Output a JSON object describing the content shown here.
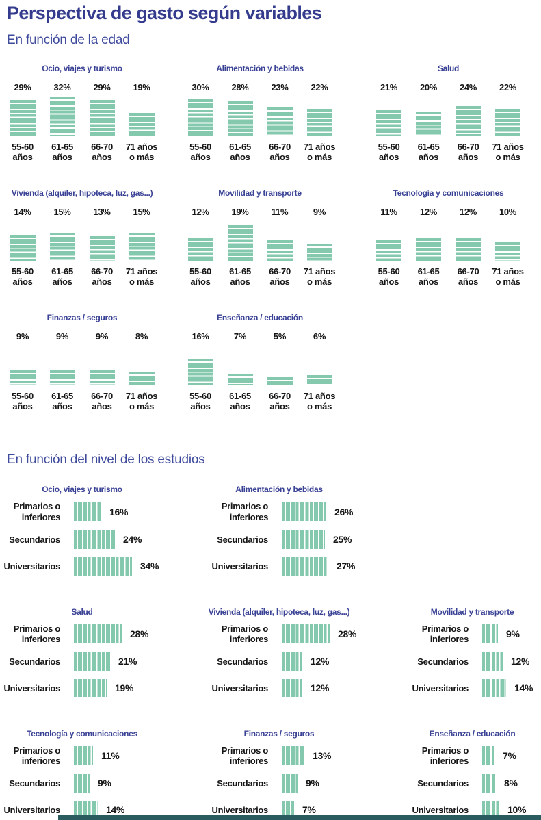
{
  "page_title": "Perspectiva de gasto según variables",
  "sections": {
    "age": {
      "heading": "En función de la edad"
    },
    "education": {
      "heading": "En función del nivel de los estudios"
    }
  },
  "colors": {
    "title_indigo": "#353c8e",
    "heading_indigo": "#3e4a9c",
    "chart_title_indigo": "#3a4295",
    "text_black": "#161616",
    "bar_green": "#84c9ad",
    "footer_strip_teal": "#2a5c5f"
  },
  "chart_data": [
    {
      "type": "bar",
      "orientation": "vertical",
      "section_title": "En función de la edad",
      "unit": "%",
      "value_range": [
        0,
        32
      ],
      "grid": false,
      "legend": "none",
      "categories": [
        "55-60 años",
        "61-65 años",
        "66-70 años",
        "71 años o más"
      ],
      "category_lines": [
        [
          "55-60",
          "años"
        ],
        [
          "61-65",
          "años"
        ],
        [
          "66-70",
          "años"
        ],
        [
          "71 años",
          "o más"
        ]
      ],
      "series": [
        {
          "name": "Ocio, viajes y turismo",
          "values": [
            29,
            32,
            29,
            19
          ]
        },
        {
          "name": "Alimentación y bebidas",
          "values": [
            30,
            28,
            23,
            22
          ]
        },
        {
          "name": "Salud",
          "values": [
            21,
            20,
            24,
            22
          ]
        },
        {
          "name": "Vivienda (alquiler, hipoteca, luz,  gas...)",
          "values": [
            14,
            15,
            13,
            15
          ]
        },
        {
          "name": "Movilidad y transporte",
          "values": [
            12,
            19,
            11,
            9
          ]
        },
        {
          "name": "Tecnología y comunicaciones",
          "values": [
            11,
            12,
            12,
            10
          ]
        },
        {
          "name": "Finanzas / seguros",
          "values": [
            9,
            9,
            9,
            8
          ]
        },
        {
          "name": "Enseñanza / educación",
          "values": [
            16,
            7,
            5,
            6
          ]
        }
      ]
    },
    {
      "type": "bar",
      "orientation": "horizontal",
      "section_title": "En función del nivel de los estudios",
      "unit": "%",
      "value_range": [
        0,
        34
      ],
      "grid": false,
      "legend": "none",
      "categories": [
        "Primarios o inferiores",
        "Secundarios",
        "Universitarios"
      ],
      "category_lines": [
        [
          "Primarios o",
          "inferiores"
        ],
        [
          "Secundarios"
        ],
        [
          "Universitarios"
        ]
      ],
      "series": [
        {
          "name": "Ocio, viajes y turismo",
          "values": [
            16,
            24,
            34
          ]
        },
        {
          "name": "Alimentación y bebidas",
          "values": [
            26,
            25,
            27
          ]
        },
        {
          "name": "Salud",
          "values": [
            28,
            21,
            19
          ]
        },
        {
          "name": "Vivienda (alquiler, hipoteca, luz,  gas...)",
          "values": [
            28,
            12,
            12
          ]
        },
        {
          "name": "Movilidad y transporte",
          "values": [
            9,
            12,
            14
          ]
        },
        {
          "name": "Tecnología y comunicaciones",
          "values": [
            11,
            9,
            14
          ]
        },
        {
          "name": "Finanzas / seguros",
          "values": [
            13,
            9,
            7
          ]
        },
        {
          "name": "Enseñanza / educación",
          "values": [
            7,
            8,
            10
          ]
        }
      ]
    }
  ]
}
